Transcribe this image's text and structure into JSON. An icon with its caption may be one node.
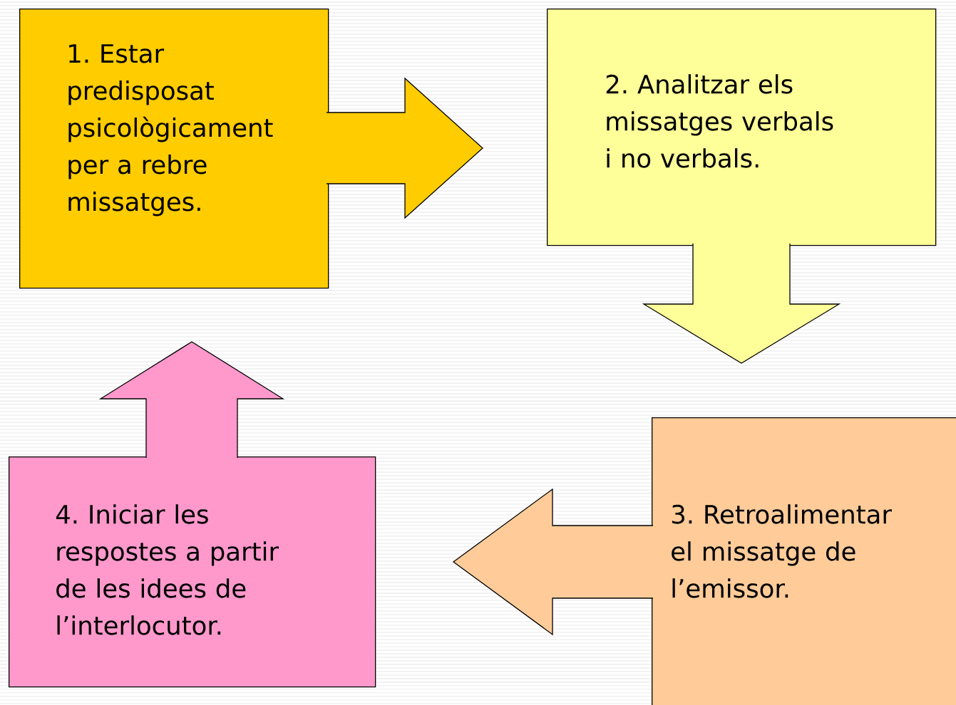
{
  "diagram": {
    "nodes": [
      {
        "text": [
          "1. Estar predisposat psicològicament per a rebre missatges."
        ]
      },
      {
        "text": [
          "2. Analitzar els missatges verbals i no verbals."
        ]
      },
      {
        "text": [
          "3. Retroalimentar el missatge de l’emissor."
        ]
      },
      {
        "text": [
          "4. Iniciar les respostes a partir de les idees de l’interlocutor."
        ]
      }
    ],
    "edges": [
      {
        "from": 0,
        "to": 1,
        "arrow": "to"
      },
      {
        "from": 1,
        "to": 2,
        "arrow": "to"
      },
      {
        "from": 2,
        "to": 3,
        "arrow": "to"
      },
      {
        "from": 3,
        "to": 0,
        "arrow": "to"
      }
    ]
  }
}
